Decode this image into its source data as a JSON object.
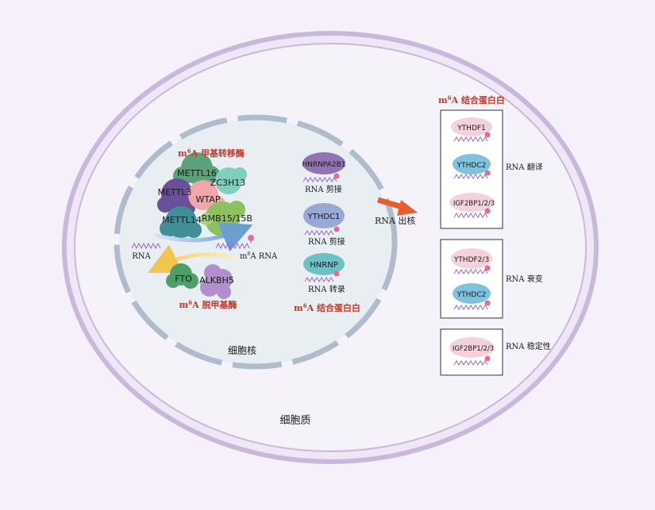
{
  "labels": {
    "writer_title": "甲基转移酶",
    "eraser_title": "脱甲基酶",
    "reader_nucleus_title": "结合蛋白白",
    "reader_cyto_title": "结合蛋白白",
    "nucleus": "细胞核",
    "cytoplasm": "细胞质",
    "rna": "RNA",
    "m6a_rna": "RNA",
    "export": "出核"
  },
  "writers": {
    "mettl16": "METTL16",
    "zc3h13": "ZC3H13",
    "mettl3": "METTL3",
    "wtap": "WTAP",
    "mettl14": "METTL14",
    "rbm15": "RMB15/15B"
  },
  "erasers": {
    "fto": "FTO",
    "alkbh5": "ALKBH5"
  },
  "nuclear_readers": [
    {
      "name": "HNRNPA2B1",
      "process": "剪接"
    },
    {
      "name": "YTHDC1",
      "process": "剪接"
    },
    {
      "name": "HNRNP",
      "process": "转录"
    }
  ],
  "cyto_groups": [
    {
      "proteins": [
        "YTHDF1",
        "YTHDC2",
        "IGF2BP1/2/3"
      ],
      "process": "翻译"
    },
    {
      "proteins": [
        "YTHDF2/3",
        "YTHDC2"
      ],
      "process": "衰变"
    },
    {
      "proteins": [
        "IGF2BP1/2/3"
      ],
      "process": "稳定性"
    }
  ],
  "rna_word": "RNA",
  "colors": {
    "mettl16": "#5aa27a",
    "zc3h13": "#7fcfbf",
    "mettl3": "#6a4f9a",
    "wtap": "#f0a7a9",
    "mettl14": "#3f8f98",
    "rbm15": "#8fc060",
    "fto": "#4d9e68",
    "alkbh5": "#b08fcc",
    "hnrnpa2b1": "#9174b3",
    "ythdc1": "#9aa8d6",
    "hnrnp": "#6cc1c4",
    "ythdf_pink": "#f4d2dc",
    "ythdc2_blue": "#7ec3de",
    "m6a_dot": "#e26b97",
    "red_title": "#c0392b",
    "arrow": "#e85d2e"
  }
}
